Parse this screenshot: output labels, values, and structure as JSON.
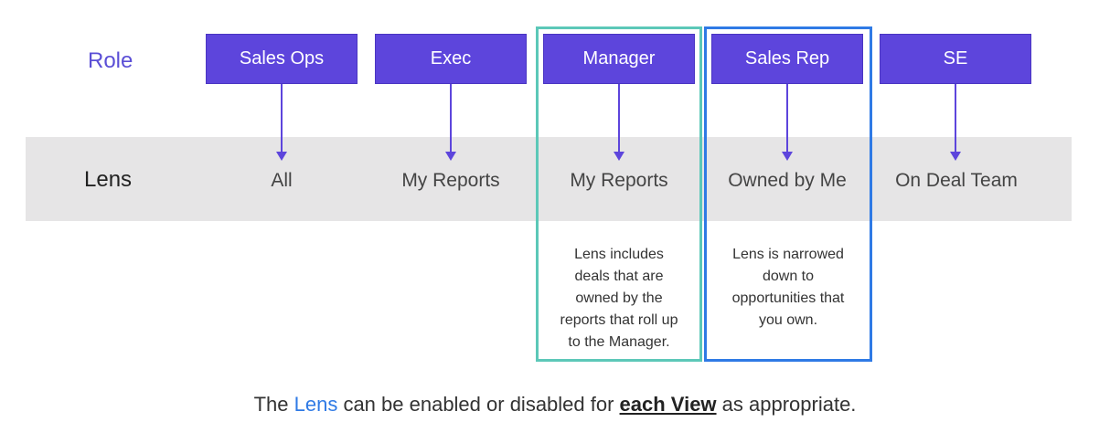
{
  "rows": {
    "role_label": "Role",
    "lens_label": "Lens"
  },
  "roles": [
    {
      "label": "Sales Ops",
      "lens": "All"
    },
    {
      "label": "Exec",
      "lens": "My Reports"
    },
    {
      "label": "Manager",
      "lens": "My Reports"
    },
    {
      "label": "Sales Rep",
      "lens": "Owned by Me"
    },
    {
      "label": "SE",
      "lens": "On Deal Team"
    }
  ],
  "notes": {
    "manager": [
      "Lens includes",
      "deals that are",
      "owned by the",
      "reports that roll up",
      "to the Manager."
    ],
    "sales_rep": [
      "Lens is narrowed",
      "down to",
      "opportunities that",
      "you own."
    ]
  },
  "caption": {
    "part1": "The ",
    "lens_word": "Lens",
    "part2": " can be enabled or disabled for ",
    "emphasis": "each View",
    "part3": " as appropriate."
  },
  "colors": {
    "role_box": "#5d45dc",
    "role_label": "#5b4fd6",
    "band": "#e6e5e6",
    "manager_highlight": "#5cc8b8",
    "sales_rep_highlight": "#2f7ae5",
    "arrow": "#5d45dc",
    "caption_accent": "#2f7ae5"
  }
}
